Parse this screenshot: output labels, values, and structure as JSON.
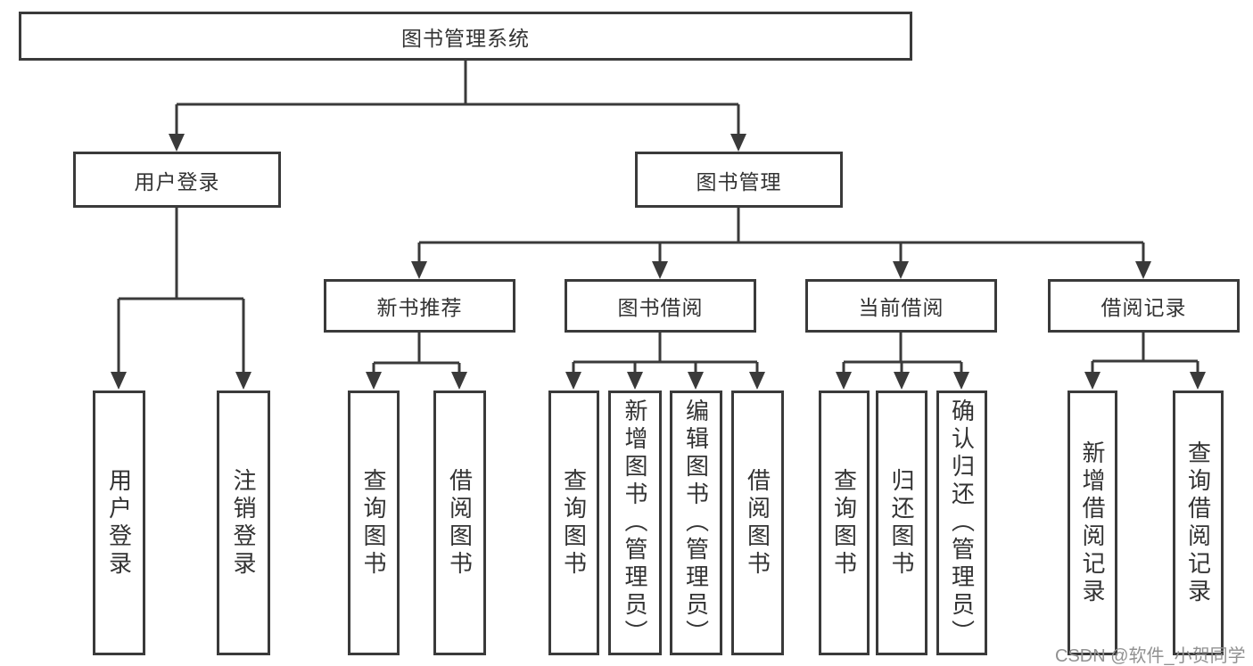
{
  "colors": {
    "line": "#3a3a3a",
    "text": "#333333",
    "watermark": "#919191",
    "background": "#ffffff"
  },
  "nodes": {
    "root": {
      "label": "图书管理系统"
    },
    "level2": [
      {
        "label": "用户登录"
      },
      {
        "label": "图书管理"
      }
    ],
    "level3": [
      {
        "label": "新书推荐",
        "parent": "图书管理"
      },
      {
        "label": "图书借阅",
        "parent": "图书管理"
      },
      {
        "label": "当前借阅",
        "parent": "图书管理"
      },
      {
        "label": "借阅记录",
        "parent": "图书管理"
      }
    ],
    "leaves": [
      {
        "label": "用户登录",
        "parent": "用户登录"
      },
      {
        "label": "注销登录",
        "parent": "用户登录"
      },
      {
        "label": "查询图书",
        "parent": "新书推荐"
      },
      {
        "label": "借阅图书",
        "parent": "新书推荐"
      },
      {
        "label": "查询图书",
        "parent": "图书借阅"
      },
      {
        "label": "新增图书（管理员）",
        "parent": "图书借阅"
      },
      {
        "label": "编辑图书（管理员）",
        "parent": "图书借阅"
      },
      {
        "label": "借阅图书",
        "parent": "图书借阅"
      },
      {
        "label": "查询图书",
        "parent": "当前借阅"
      },
      {
        "label": "归还图书",
        "parent": "当前借阅"
      },
      {
        "label": "确认归还（管理员）",
        "parent": "当前借阅"
      },
      {
        "label": "新增借阅记录",
        "parent": "借阅记录"
      },
      {
        "label": "查询借阅记录",
        "parent": "借阅记录"
      }
    ]
  },
  "watermark": {
    "text": "CSDN @软件_小贺同学"
  }
}
